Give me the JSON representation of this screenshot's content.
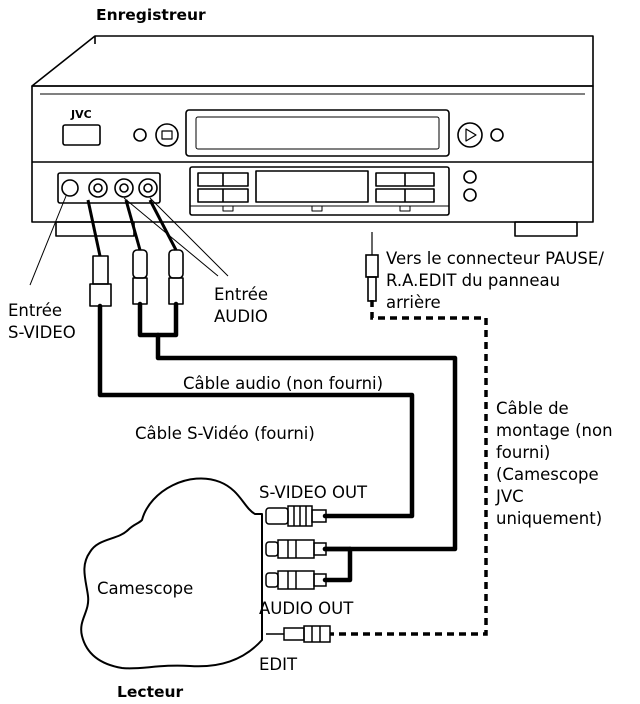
{
  "recorder": {
    "title": "Enregistreur",
    "brand": "JVC"
  },
  "player": {
    "title": "Lecteur",
    "device": "Camescope"
  },
  "inputs": {
    "svideo_line1": "Entrée",
    "svideo_line2": "S-VIDEO",
    "audio_line1": "Entrée",
    "audio_line2": "AUDIO"
  },
  "connector_note": {
    "line1": "Vers le connecteur PAUSE/",
    "line2": "R.A.EDIT du panneau",
    "line3": "arrière"
  },
  "cables": {
    "audio": "Câble audio (non fourni)",
    "svideo": "Câble S-Vidéo (fourni)",
    "edit": [
      "Câble de",
      "montage (non",
      "fourni)",
      "(Camescope",
      "JVC",
      "uniquement)"
    ]
  },
  "outputs": {
    "svideo": "S-VIDEO OUT",
    "audio": "AUDIO OUT",
    "edit": "EDIT"
  }
}
